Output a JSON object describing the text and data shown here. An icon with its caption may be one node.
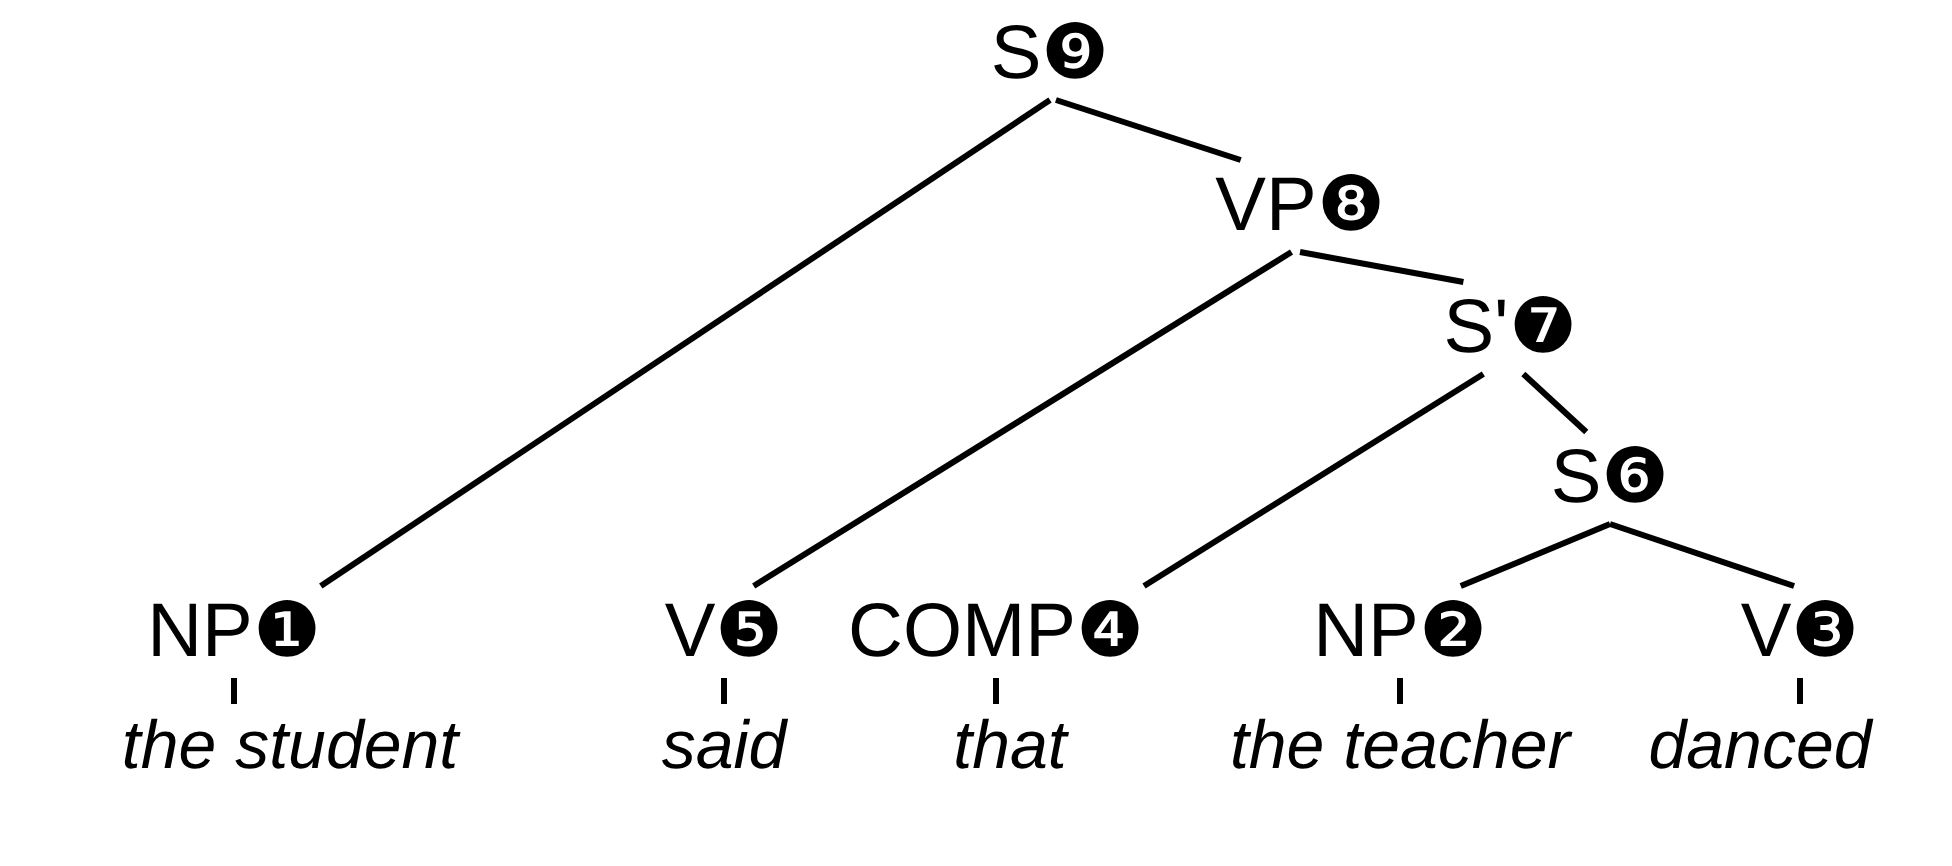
{
  "diagram": {
    "nodes": [
      {
        "text": [
          "S❾"
        ]
      },
      {
        "text": [
          "VP❽"
        ]
      },
      {
        "text": [
          "S'❼"
        ]
      },
      {
        "text": [
          "S❻"
        ]
      },
      {
        "text": [
          "NP❶"
        ]
      },
      {
        "text": [
          "V❺"
        ]
      },
      {
        "text": [
          "COMP❹"
        ]
      },
      {
        "text": [
          "NP❷"
        ]
      },
      {
        "text": [
          "V❸"
        ]
      },
      {
        "text": [
          "the student"
        ]
      },
      {
        "text": [
          "said"
        ]
      },
      {
        "text": [
          "that"
        ]
      },
      {
        "text": [
          "the teacher"
        ]
      },
      {
        "text": [
          "danced"
        ]
      }
    ],
    "edges": [
      {
        "from": 0,
        "to": 4,
        "arrow": "none"
      },
      {
        "from": 0,
        "to": 1,
        "arrow": "none"
      },
      {
        "from": 1,
        "to": 5,
        "arrow": "none"
      },
      {
        "from": 1,
        "to": 2,
        "arrow": "none"
      },
      {
        "from": 2,
        "to": 6,
        "arrow": "none"
      },
      {
        "from": 2,
        "to": 3,
        "arrow": "none"
      },
      {
        "from": 3,
        "to": 7,
        "arrow": "none"
      },
      {
        "from": 3,
        "to": 8,
        "arrow": "none"
      },
      {
        "from": 4,
        "to": 9,
        "arrow": "none"
      },
      {
        "from": 5,
        "to": 10,
        "arrow": "none"
      },
      {
        "from": 6,
        "to": 11,
        "arrow": "none"
      },
      {
        "from": 7,
        "to": 12,
        "arrow": "none"
      },
      {
        "from": 8,
        "to": 13,
        "arrow": "none"
      }
    ]
  }
}
